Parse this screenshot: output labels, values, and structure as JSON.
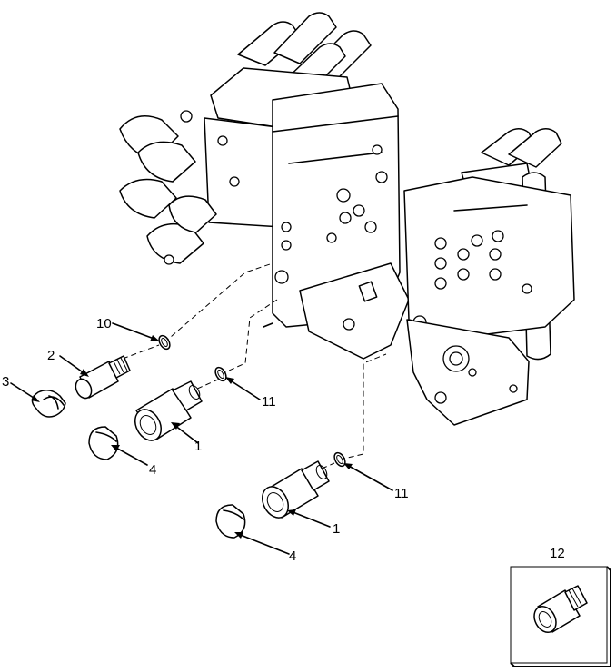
{
  "callouts": {
    "c10": "10",
    "c2": "2",
    "c3": "3",
    "c1_upper": "1",
    "c11_upper": "11",
    "c4_upper": "4",
    "c11_lower": "11",
    "c1_lower": "1",
    "c4_lower": "4",
    "c12": "12"
  },
  "colors": {
    "ink": "#000000",
    "paper": "#ffffff"
  }
}
